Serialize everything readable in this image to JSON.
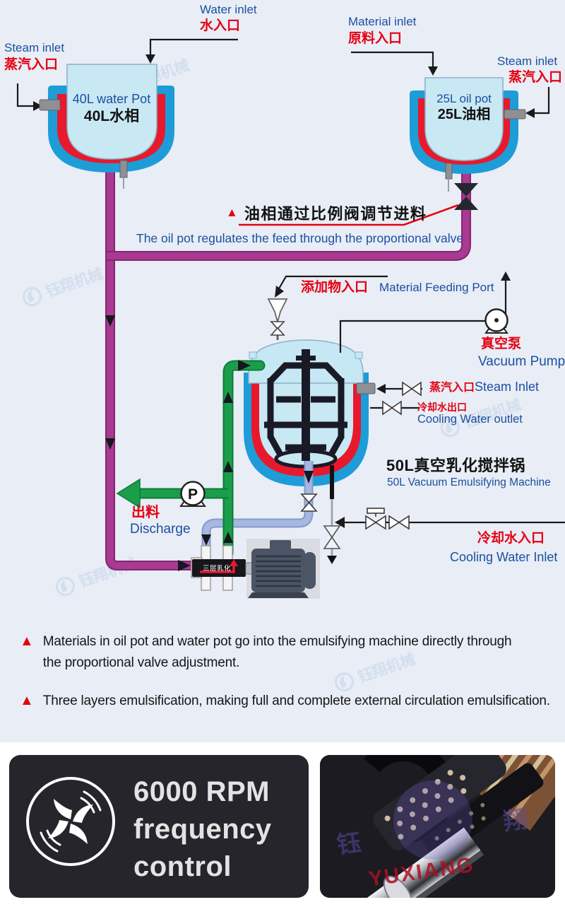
{
  "watermark": {
    "text": "钰翔机械"
  },
  "labels": {
    "water_inlet": {
      "en": "Water inlet",
      "zh": "水入口"
    },
    "steam_inlet_left": {
      "en": "Steam inlet",
      "zh": "蒸汽入口"
    },
    "material_inlet": {
      "en": "Material inlet",
      "zh": "原料入口"
    },
    "steam_inlet_right": {
      "en": "Steam inlet",
      "zh": "蒸汽入口"
    },
    "water_pot": {
      "en": "40L water Pot",
      "zh": "40L水相"
    },
    "oil_pot": {
      "en": "25L oil pot",
      "zh": "25L油相"
    },
    "proportional_note": {
      "marker": "▲",
      "zh": "油相通过比例阀调节进料",
      "en": "The oil pot regulates the feed through the proportional valve"
    },
    "material_feeding": {
      "zh": "添加物入口",
      "en": "Material Feeding Port"
    },
    "vacuum_pump": {
      "zh": "真空泵",
      "en": "Vacuum Pump"
    },
    "steam_inlet_mid": {
      "zh": "蒸汽入口",
      "en": "Steam Inlet"
    },
    "cooling_outlet": {
      "zh": "冷却水出口",
      "en": "Cooling Water outlet"
    },
    "machine": {
      "zh": "50L真空乳化搅拌锅",
      "en": "50L Vacuum Emulsifying Machine"
    },
    "discharge": {
      "zh": "出料",
      "en": "Discharge"
    },
    "cooling_inlet": {
      "zh": "冷却水入口",
      "en": "Cooling Water Inlet"
    },
    "emulsifier_head": "三层乳化",
    "pump_letter": "P"
  },
  "bullets": [
    {
      "marker": "▲",
      "lines": [
        "Materials in oil pot and water pot go into the emulsifying machine directly through",
        "the proportional valve adjustment."
      ]
    },
    {
      "marker": "▲",
      "lines": [
        "Three layers emulsification, making full and complete external circulation emulsification."
      ]
    }
  ],
  "cards": {
    "rpm": {
      "lines": [
        "6000 RPM",
        "frequency",
        "control"
      ]
    },
    "photo": {
      "brand": "YUXIANG",
      "zh_left": "钰",
      "zh_right": "翔"
    }
  },
  "palette": {
    "background": "#e8edf6",
    "jacket_blue": "#1e9cd7",
    "jacket_red": "#e8192c",
    "vessel_fill": "#c8e8f4",
    "pipe_purple": "#a83a91",
    "pipe_green": "#1b9e4b",
    "pipe_periwinkle": "#a6b7e0",
    "text_blue": "#1b4f9f",
    "text_red": "#e60012",
    "card_dark": "#25252b"
  }
}
